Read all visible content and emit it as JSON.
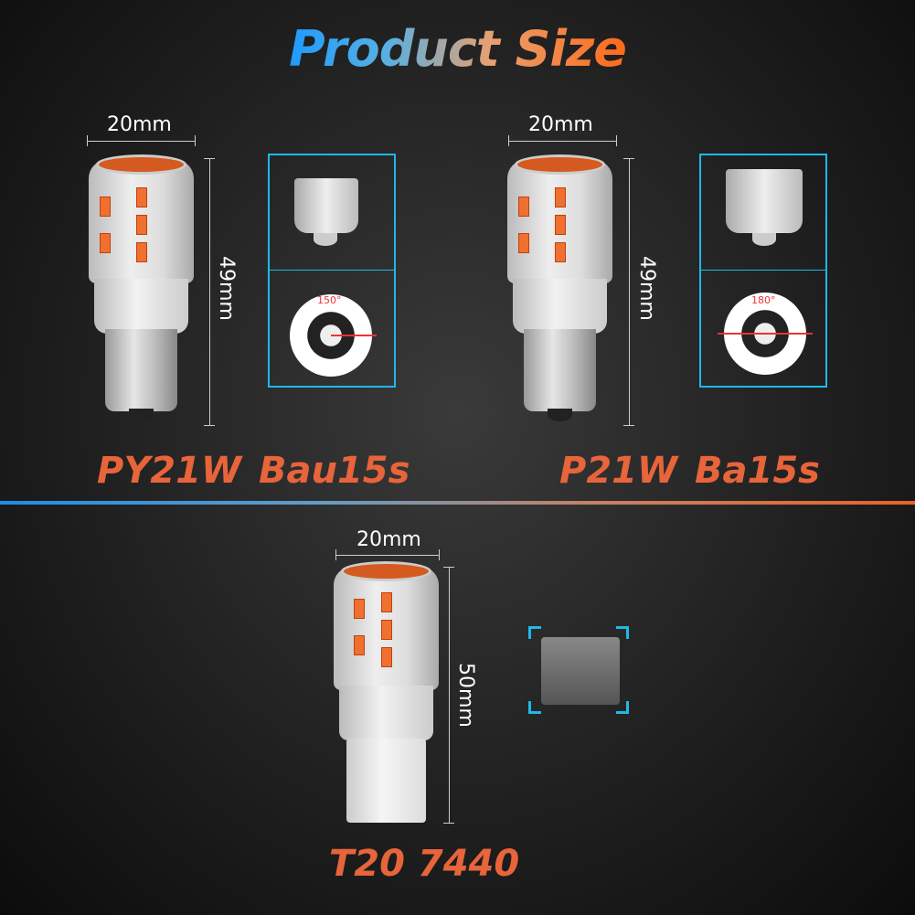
{
  "title": "Product Size",
  "colors": {
    "accent_orange": "#e8643a",
    "accent_blue": "#1fb8e8"
  },
  "products": [
    {
      "name": "PY21W",
      "base": "Bau15s",
      "width": "20mm",
      "height": "49mm",
      "angle": "150°"
    },
    {
      "name": "P21W",
      "base": "Ba15s",
      "width": "20mm",
      "height": "49mm",
      "angle": "180°"
    },
    {
      "name": "T20 7440",
      "width": "20mm",
      "height": "50mm"
    }
  ]
}
